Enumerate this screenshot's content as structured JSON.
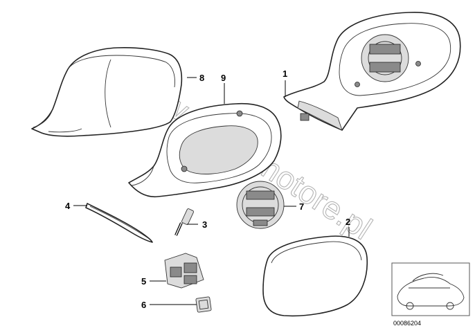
{
  "diagram": {
    "watermark": "www.BMWmotore.pl",
    "reference_number": "00086204",
    "callouts": {
      "mirror_housing": "1",
      "mirror_glass": "2",
      "screw": "3",
      "seal_strip": "4",
      "switch_unit": "5",
      "cap": "6",
      "adjustment_drive": "7",
      "mirror_cover": "8",
      "frame": "9"
    }
  }
}
